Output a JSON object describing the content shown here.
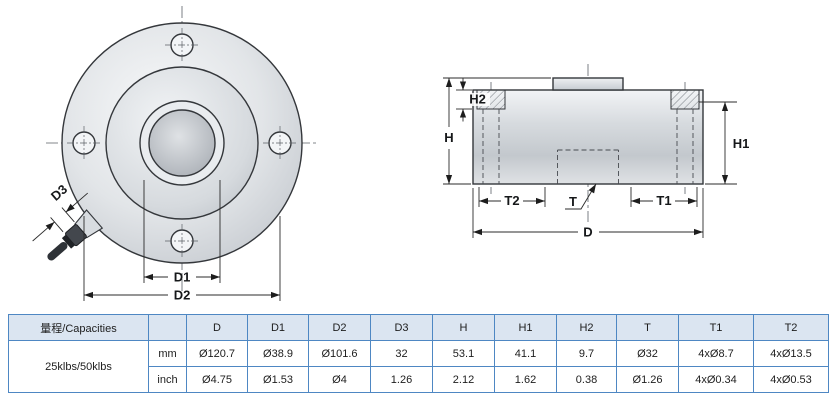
{
  "drawing": {
    "front_view": {
      "label_d1": "D1",
      "label_d2": "D2",
      "label_d3": "D3"
    },
    "side_view": {
      "label_h": "H",
      "label_h1": "H1",
      "label_h2": "H2",
      "label_t": "T",
      "label_t1": "T1",
      "label_t2": "T2",
      "label_d": "D"
    }
  },
  "table": {
    "capacities_header": "量程/Capacities",
    "unit_header": "",
    "columns": [
      "D",
      "D1",
      "D2",
      "D3",
      "H",
      "H1",
      "H2",
      "T",
      "T1",
      "T2"
    ],
    "capacity_label": "25klbs/50klbs",
    "rows": [
      {
        "unit": "mm",
        "values": [
          "Ø120.7",
          "Ø38.9",
          "Ø101.6",
          "32",
          "53.1",
          "41.1",
          "9.7",
          "Ø32",
          "4xØ8.7",
          "4xØ13.5"
        ]
      },
      {
        "unit": "inch",
        "values": [
          "Ø4.75",
          "Ø1.53",
          "Ø4",
          "1.26",
          "2.12",
          "1.62",
          "0.38",
          "Ø1.26",
          "4xØ0.34",
          "4xØ0.53"
        ]
      }
    ]
  },
  "colors": {
    "table_border": "#4e87c3",
    "table_header_bg": "#dbe5f1",
    "line_color": "#2f2f2f"
  }
}
